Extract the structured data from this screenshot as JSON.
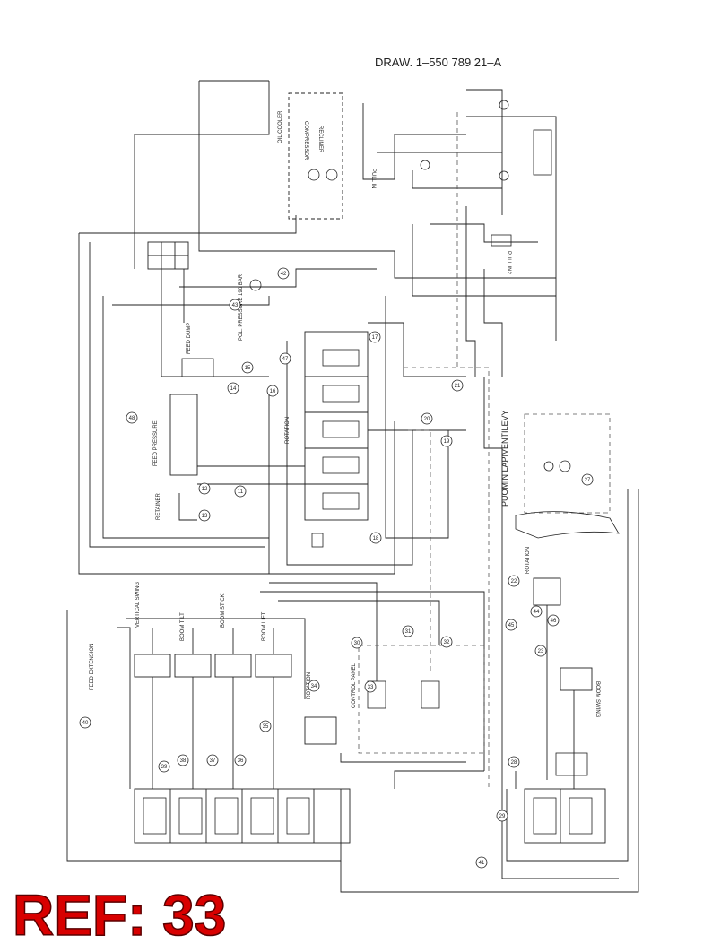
{
  "drawing_number": "DRAW. 1–550 789 21–A",
  "ref_badge": "REF: 33",
  "labels": {
    "oil_cooler": "OIL COOLER",
    "compressor": "COMPRESSOR",
    "recliner": "RECLINER",
    "pull_in": "PULL IN",
    "pull_in2": "PULL IN2",
    "feed_dump": "FEED DUMP",
    "pol_pressure": "POL. PRESSURE 190 BAR",
    "rotation_top": "ROTATION",
    "feed_pressure": "FEED PRESSURE",
    "retainer": "RETAINER",
    "vertical_swing": "VERTICAL SWING",
    "boom_tilt": "BOOM TILT",
    "boom_stick": "BOOM STICK",
    "boom_lift": "BOOM LIFT",
    "feed_extension": "FEED EXTENSION",
    "rotation_bottom": "ROTATION",
    "control_panel": "CONTROL PANEL",
    "puomin": "PUOMIN LAPIVENTILEVY",
    "boom_swing": "BOOM SWING",
    "rotation_right": "ROTATION"
  },
  "callouts": [
    "42",
    "43",
    "44",
    "45",
    "46",
    "47",
    "48",
    "11",
    "12",
    "13",
    "14",
    "15",
    "16",
    "17",
    "18",
    "19",
    "20",
    "21",
    "22",
    "23",
    "27",
    "28",
    "29",
    "30",
    "31",
    "32",
    "33",
    "34",
    "35",
    "36",
    "37",
    "38",
    "39",
    "40",
    "41"
  ],
  "colors": {
    "line": "#222222",
    "dash": "#555555",
    "ref_red": "#d80000"
  }
}
